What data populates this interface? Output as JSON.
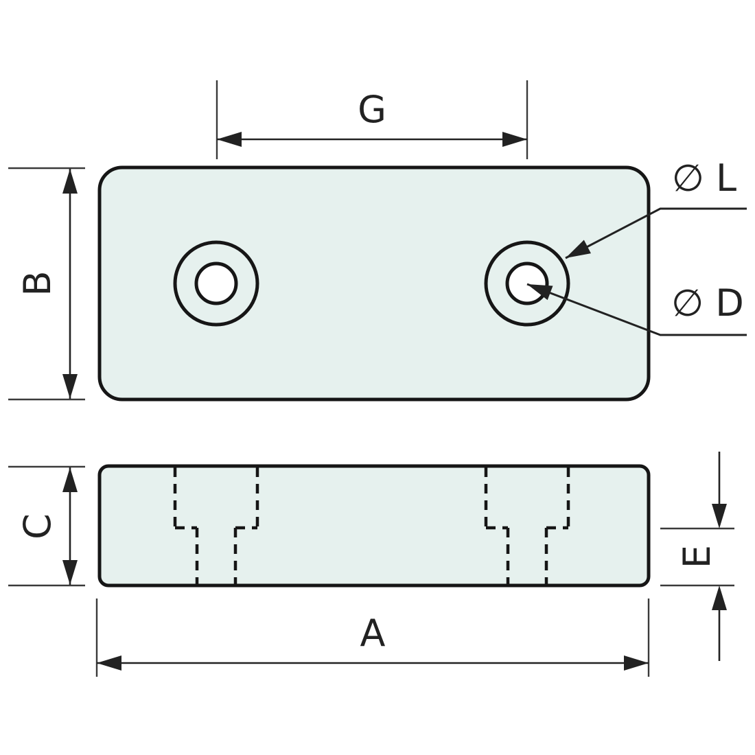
{
  "labels": {
    "A": "A",
    "B": "B",
    "C": "C",
    "E": "E",
    "G": "G",
    "counterbore_diameter": "∅ L",
    "hole_diameter": "∅ D"
  },
  "colors": {
    "background": "#ffffff",
    "outline": "#161616",
    "fill": "#e6f1ee",
    "dim": "#222222",
    "thin": "#3a3a3a"
  }
}
